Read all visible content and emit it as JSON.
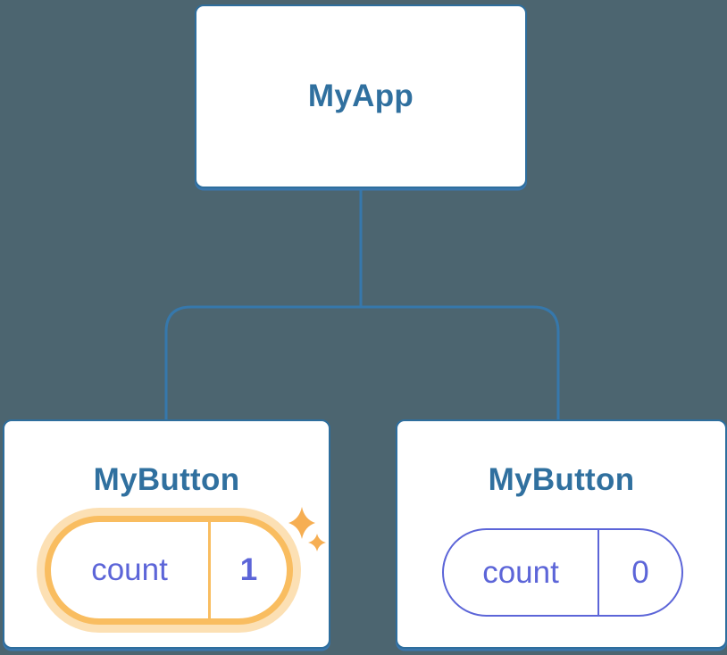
{
  "theme": {
    "bg": "#4C6570",
    "card-bg": "#FFFFFF",
    "blue-border": "#2E6E9D",
    "blue-text": "#30709F",
    "line-blue": "#3678AC",
    "shadow-blue": "#3A77AE",
    "indigo": "#5C65D8",
    "orange": "#F9BD60",
    "orange-glow": "rgba(249,189,96,0.47)",
    "sparkle-orange": "#F6AE52"
  },
  "diagram": {
    "type": "component-tree",
    "root": {
      "label": "MyApp"
    },
    "children": [
      {
        "label": "MyButton",
        "state": {
          "key": "count",
          "value": "1"
        },
        "highlighted": true
      },
      {
        "label": "MyButton",
        "state": {
          "key": "count",
          "value": "0"
        },
        "highlighted": false
      }
    ]
  }
}
